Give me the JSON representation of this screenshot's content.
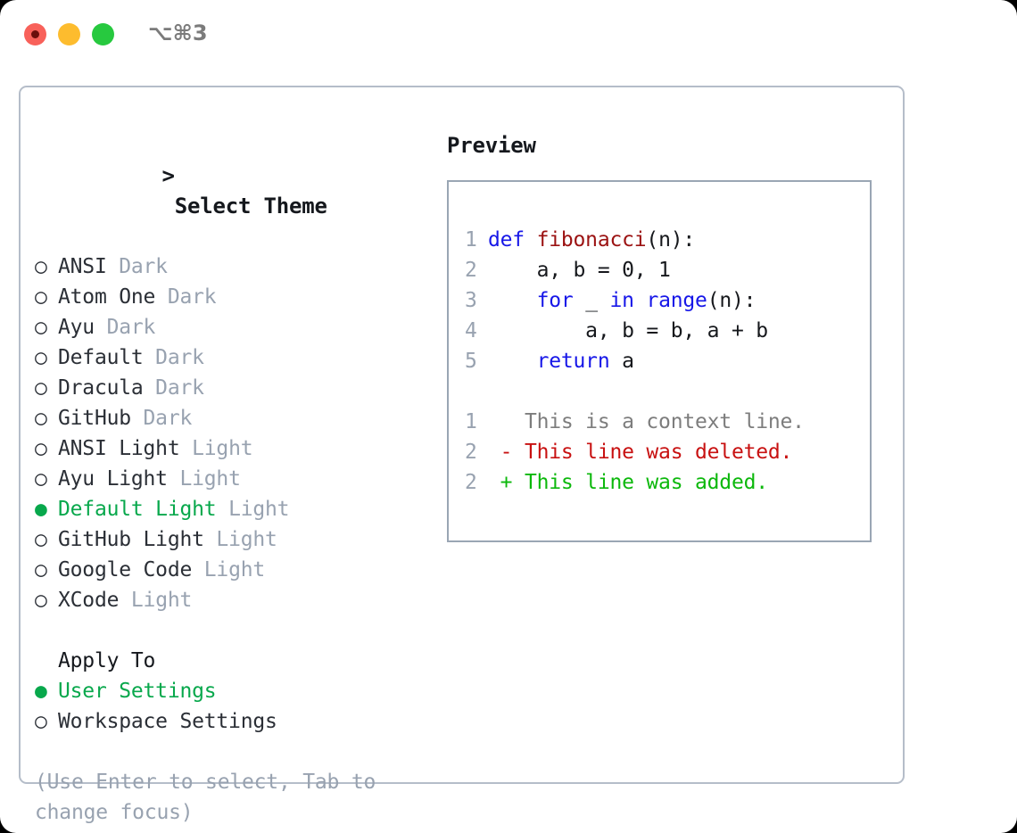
{
  "titlebar": {
    "shortcut": "⌥⌘3",
    "buttons": [
      {
        "name": "close",
        "color": "#f8615a"
      },
      {
        "name": "minimize",
        "color": "#fdbc2e"
      },
      {
        "name": "zoom",
        "color": "#27c93f"
      }
    ]
  },
  "colors": {
    "selected": "#08a84c",
    "muted": "#98a2b0",
    "text": "#2b2f36",
    "border": "#b5bdc9",
    "preview_border": "#9aa6b4",
    "keyword": "#1717e8",
    "function": "#9b1212",
    "added": "#0cb80c",
    "deleted": "#c81111",
    "context": "#7d7d7d"
  },
  "theme_panel": {
    "header_prefix": ">",
    "header": "Select Theme",
    "bullet_off": "○",
    "bullet_on": "●",
    "items": [
      {
        "label": "ANSI",
        "category": "Dark",
        "selected": false
      },
      {
        "label": "Atom One",
        "category": "Dark",
        "selected": false
      },
      {
        "label": "Ayu",
        "category": "Dark",
        "selected": false
      },
      {
        "label": "Default",
        "category": "Dark",
        "selected": false
      },
      {
        "label": "Dracula",
        "category": "Dark",
        "selected": false
      },
      {
        "label": "GitHub",
        "category": "Dark",
        "selected": false
      },
      {
        "label": "ANSI Light",
        "category": "Light",
        "selected": false
      },
      {
        "label": "Ayu Light",
        "category": "Light",
        "selected": false
      },
      {
        "label": "Default Light",
        "category": "Light",
        "selected": true
      },
      {
        "label": "GitHub Light",
        "category": "Light",
        "selected": false
      },
      {
        "label": "Google Code",
        "category": "Light",
        "selected": false
      },
      {
        "label": "XCode",
        "category": "Light",
        "selected": false
      }
    ]
  },
  "apply_to": {
    "title": "Apply To",
    "options": [
      {
        "label": "User Settings",
        "selected": true
      },
      {
        "label": "Workspace Settings",
        "selected": false
      }
    ]
  },
  "hint": "(Use Enter to select, Tab to change focus)",
  "preview": {
    "title": "Preview",
    "code_lines": [
      {
        "num": "1",
        "tokens": [
          {
            "t": "def ",
            "c": "kw"
          },
          {
            "t": "fibonacci",
            "c": "fn"
          },
          {
            "t": "(n):",
            "c": "plain"
          }
        ]
      },
      {
        "num": "2",
        "tokens": [
          {
            "t": "    a, b = 0, 1",
            "c": "plain"
          }
        ]
      },
      {
        "num": "3",
        "tokens": [
          {
            "t": "    ",
            "c": "plain"
          },
          {
            "t": "for",
            "c": "kw"
          },
          {
            "t": " _ ",
            "c": "plain"
          },
          {
            "t": "in",
            "c": "kw"
          },
          {
            "t": " ",
            "c": "plain"
          },
          {
            "t": "range",
            "c": "kw"
          },
          {
            "t": "(n):",
            "c": "plain"
          }
        ]
      },
      {
        "num": "4",
        "tokens": [
          {
            "t": "        a, b = b, a + b",
            "c": "plain"
          }
        ]
      },
      {
        "num": "5",
        "tokens": [
          {
            "t": "    ",
            "c": "plain"
          },
          {
            "t": "return",
            "c": "kw"
          },
          {
            "t": " a",
            "c": "plain"
          }
        ]
      }
    ],
    "diff_lines": [
      {
        "num": "1",
        "marker": " ",
        "text": "  This is a context line.",
        "kind": "ctx"
      },
      {
        "num": "2",
        "marker": " ",
        "text": "- This line was deleted.",
        "kind": "del"
      },
      {
        "num": "2",
        "marker": " ",
        "text": "+ This line was added.",
        "kind": "add"
      }
    ]
  }
}
